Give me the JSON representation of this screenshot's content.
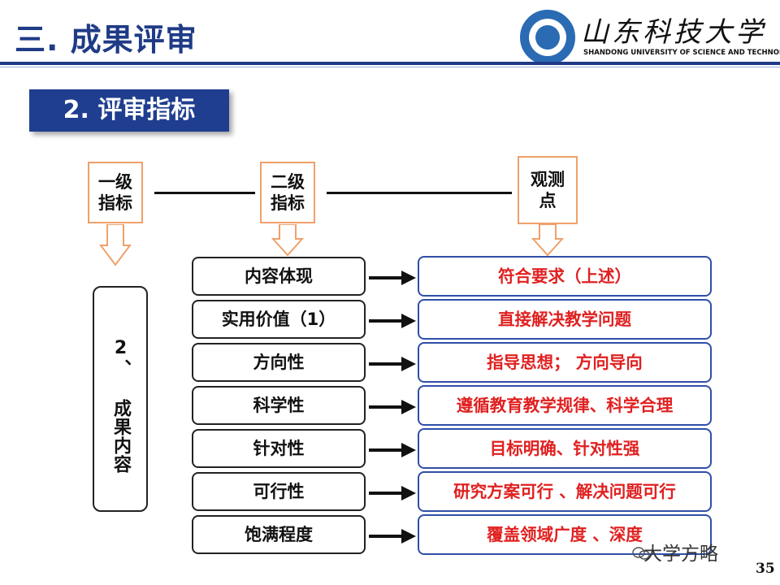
{
  "header": {
    "title": "三. 成果评审",
    "university_cn": "山东科技大学",
    "university_en": "SHANDONG UNIVERSITY OF SCIENCE AND TECHNOLOGY"
  },
  "section": {
    "label": "2. 评审指标"
  },
  "columns": {
    "level1": "一级\n指标",
    "level2": "二级\n指标",
    "observation": "观测\n点"
  },
  "category": {
    "label": "2、 成果内容"
  },
  "rows": [
    {
      "indicator": "内容体现",
      "observation": "符合要求（上述）"
    },
    {
      "indicator": "实用价值（1）",
      "observation": "直接解决教学问题"
    },
    {
      "indicator": "方向性",
      "observation": "指导思想； 方向导向"
    },
    {
      "indicator": "科学性",
      "observation": "遵循教育教学规律、科学合理"
    },
    {
      "indicator": "针对性",
      "observation": "目标明确、针对性强"
    },
    {
      "indicator": "可行性",
      "observation": "研究方案可行 、解决问题可行"
    },
    {
      "indicator": "饱满程度",
      "observation": "覆盖领域广度 、深度"
    }
  ],
  "watermark": "大学方略",
  "page_number": "35",
  "colors": {
    "title_blue": "#1f3b86",
    "badge_blue": "#1f3e8f",
    "header_box_border": "#f0a06a",
    "observation_border": "#2f4fa8",
    "observation_text": "#e02020"
  },
  "icons": [
    "university-seal-icon",
    "down-arrow-icon",
    "right-arrow-icon",
    "wechat-icon"
  ]
}
